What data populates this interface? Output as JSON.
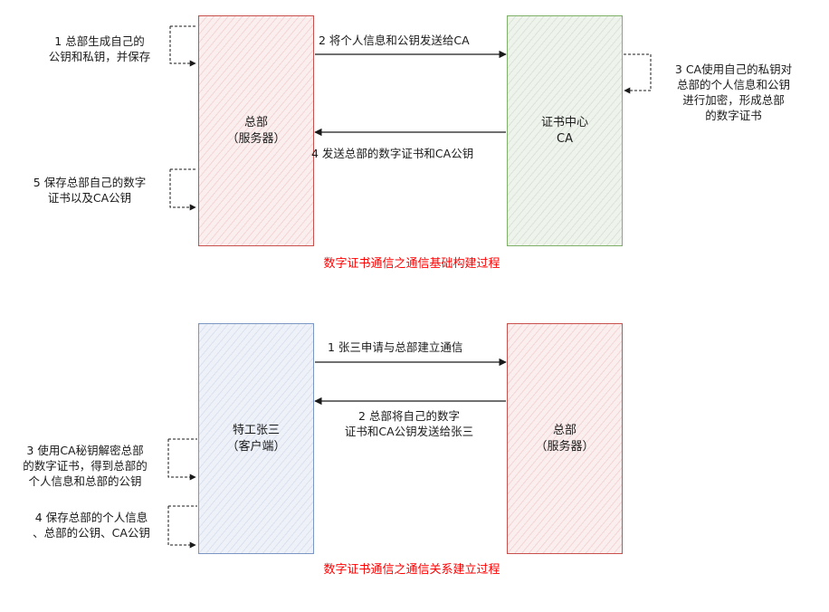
{
  "colors": {
    "hq_border": "#c8514d",
    "ca_border": "#7fb067",
    "client_border": "#7d97c4",
    "caption": "#ff0000"
  },
  "diagram1": {
    "hq_box": "总部\n（服务器）",
    "ca_box": "证书中心\nCA",
    "step1": "1  总部生成自己的\n公钥和私钥，并保存",
    "step2": "2  将个人信息和公钥发送给CA",
    "step3": "3  CA使用自己的私钥对\n总部的个人信息和公钥\n进行加密，形成总部\n的数字证书",
    "step4": "4  发送总部的数字证书和CA公钥",
    "step5": "5  保存总部自己的数字\n证书以及CA公钥",
    "caption": "数字证书通信之通信基础构建过程"
  },
  "diagram2": {
    "client_box": "特工张三\n（客户端）",
    "hq_box": "总部\n（服务器）",
    "step1": "1  张三申请与总部建立通信",
    "step2": "2  总部将自己的数字\n证书和CA公钥发送给张三",
    "step3": "3  使用CA秘钥解密总部\n的数字证书，得到总部的\n个人信息和总部的公钥",
    "step4": "4  保存总部的个人信息\n、总部的公钥、CA公钥",
    "caption": "数字证书通信之通信关系建立过程"
  }
}
